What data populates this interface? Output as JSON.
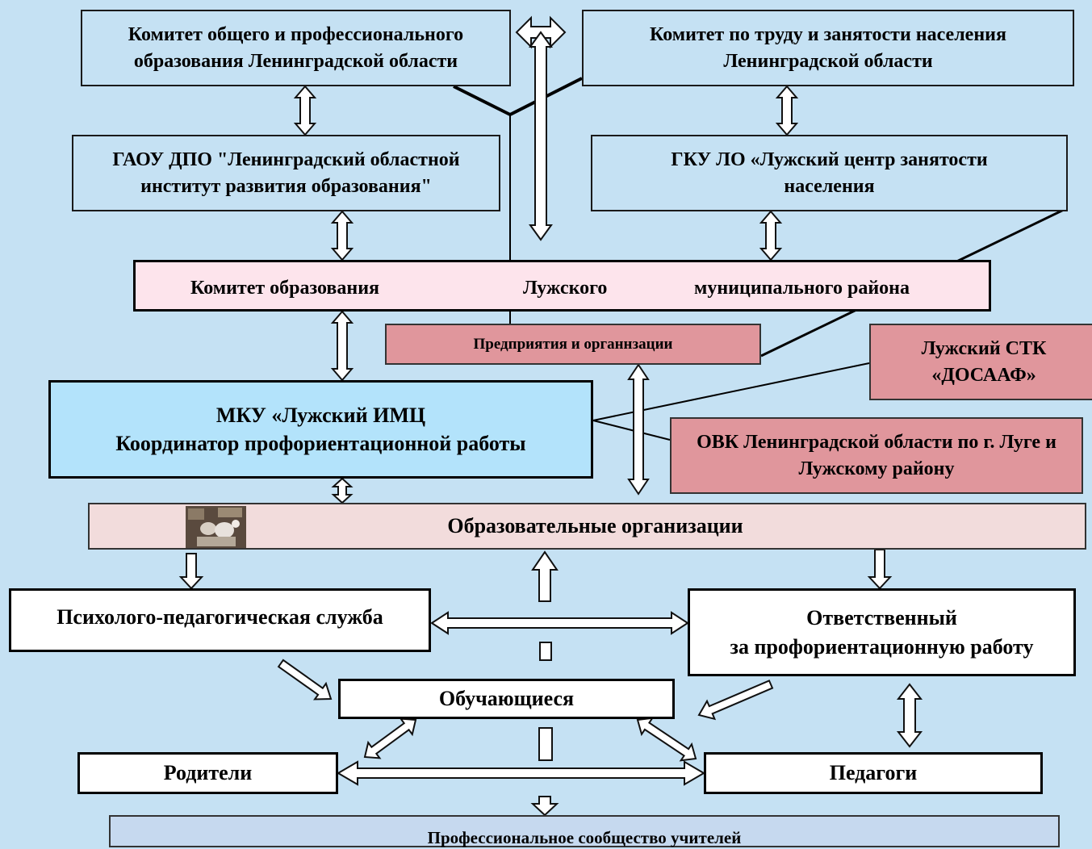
{
  "nodes": {
    "committee_education_lo": "Комитет общего и профессионального образования Ленинградской области",
    "committee_labor_lo": "Комитет по труду и занятости населения Ленинградской области",
    "gaou_dpo": "ГАОУ ДПО \"Ленинградский областной институт развития образования\"",
    "gku_lo": "ГКУ ЛО «Лужский центр занятости населения",
    "committee_luga_part1": "Комитет образования",
    "committee_luga_part2": "Лужского",
    "committee_luga_part3": "муниципального района",
    "enterprises": "Предприятия и органнзации",
    "dosaaf": "Лужский СТК «ДОСААФ»",
    "mku_imc_line1": "МКУ «Лужский ИМЦ",
    "mku_imc_line2": "Координатор профориентационной работы",
    "ovk": "ОВК Ленинградской области по г. Луге и Лужскому району",
    "edu_orgs": "Образовательные организации",
    "psych_service": "Психолого-педагогическая служба",
    "responsible_line1": "Ответственный",
    "responsible_line2": "за профориентационную работу",
    "students": "Обучающиеся",
    "parents": "Родители",
    "teachers": "Педагоги",
    "prof_community": "Профессиональное сообщество учителей"
  },
  "colors": {
    "background": "#c5e1f3",
    "committee_luga_fill": "#fde4ec",
    "enterprises_fill": "#e0969c",
    "mku_fill": "#b3e3fb",
    "edu_orgs_fill": "#f2dcdc",
    "community_fill": "#c6d9ef"
  }
}
